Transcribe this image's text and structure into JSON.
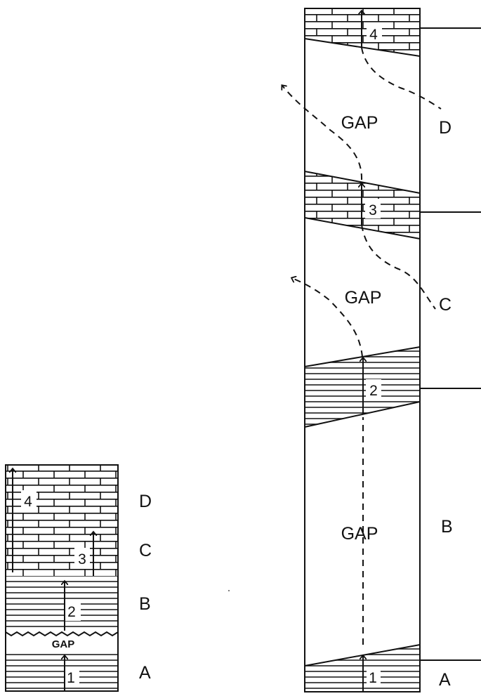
{
  "left_column": {
    "unit_labels": [
      "A",
      "B",
      "C",
      "D"
    ],
    "bed_numbers": [
      "1",
      "2",
      "3",
      "4"
    ],
    "gap_label": "GAP"
  },
  "right_column": {
    "unit_labels": [
      "A",
      "B",
      "C",
      "D"
    ],
    "bed_numbers": [
      "1",
      "2",
      "3",
      "4"
    ],
    "gap_labels": [
      "GAP",
      "GAP",
      "GAP"
    ]
  }
}
